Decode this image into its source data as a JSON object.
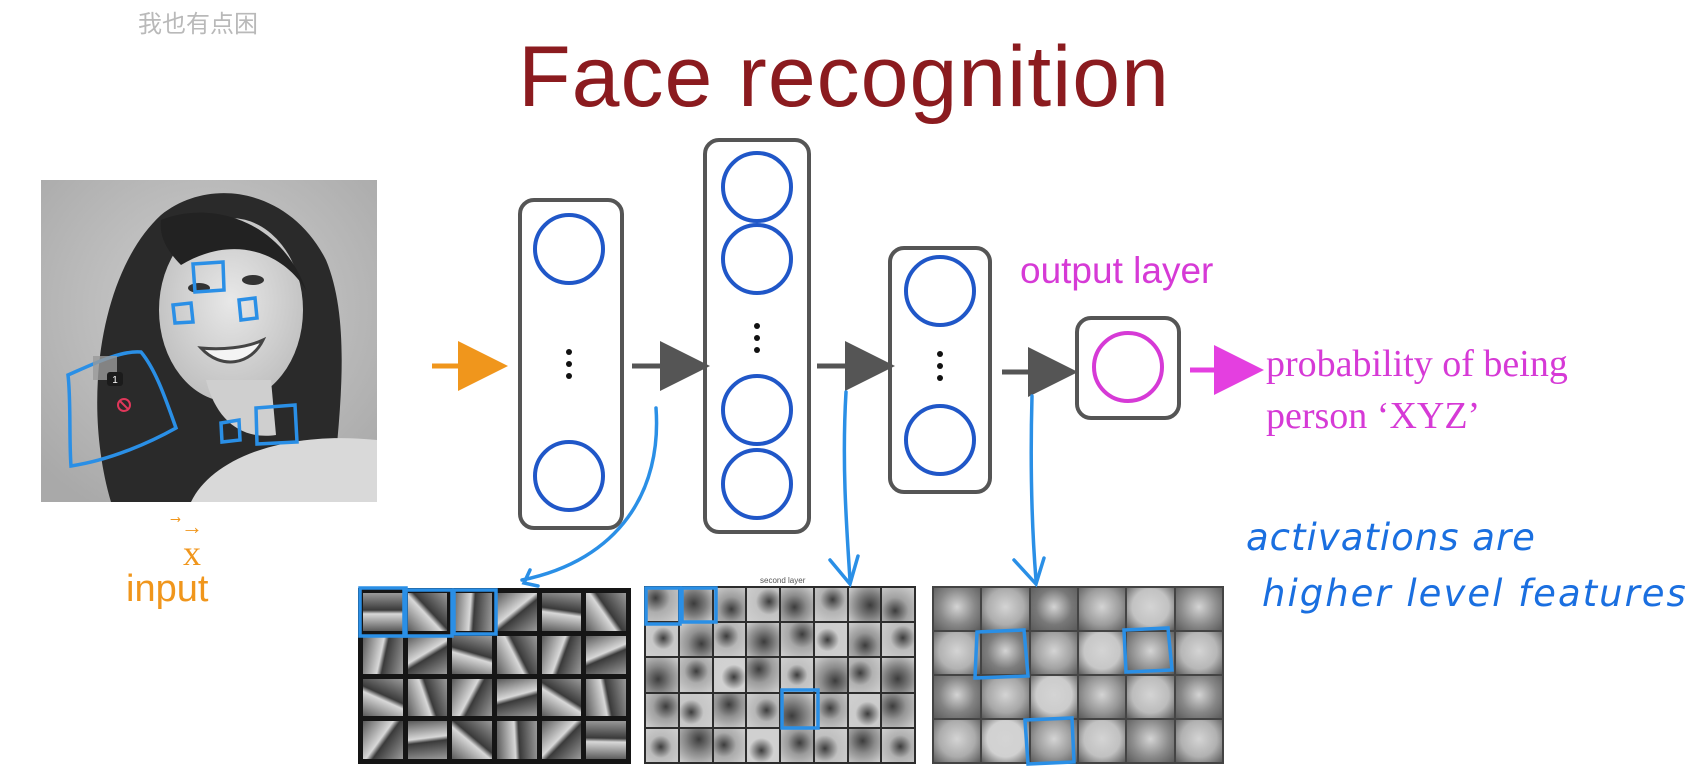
{
  "watermark": "我也有点困",
  "title": "Face recognition",
  "input": {
    "vector_symbol": "x",
    "label": "input"
  },
  "output_layer_label": "output layer",
  "probability": {
    "line1": "probability of being",
    "line2": "person ‘XYZ’"
  },
  "annotation": {
    "line1": "activations are",
    "line2": "higher level features"
  },
  "second_layer_caption": "second layer",
  "pointer_badge": "1",
  "layers": [
    {
      "name": "hidden-layer-1",
      "neurons_shown": 2,
      "ellipsis": true
    },
    {
      "name": "hidden-layer-2",
      "neurons_shown": 4,
      "ellipsis": true
    },
    {
      "name": "hidden-layer-3",
      "neurons_shown": 2,
      "ellipsis": true
    },
    {
      "name": "output-layer",
      "neurons_shown": 1,
      "ellipsis": false
    }
  ],
  "feature_grids": [
    {
      "name": "edge-features",
      "rows": 4,
      "cols": 6
    },
    {
      "name": "face-part-features",
      "rows": 5,
      "cols": 8
    },
    {
      "name": "face-features",
      "rows": 4,
      "cols": 6
    }
  ],
  "colors": {
    "title": "#8b1b1f",
    "input": "#f0961c",
    "output": "#d63ad6",
    "neuron": "#2057c8",
    "annotation": "#1a6fe0",
    "layer_box": "#555555",
    "arrow": "#555555"
  }
}
